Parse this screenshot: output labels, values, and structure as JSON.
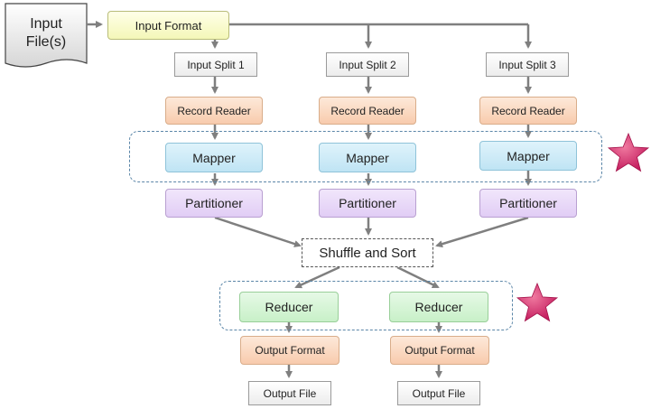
{
  "input_files": "Input\nFile(s)",
  "input_format": "Input Format",
  "splits": [
    "Input Split 1",
    "Input Split 2",
    "Input Split 3"
  ],
  "record_reader": "Record Reader",
  "mapper": "Mapper",
  "partitioner": "Partitioner",
  "shuffle": "Shuffle and Sort",
  "reducer": "Reducer",
  "output_format": "Output Format",
  "output_file": "Output File",
  "colors": {
    "arrow": "#7f7f7f",
    "star": "#d6336c",
    "group_border": "#5b86a8"
  }
}
